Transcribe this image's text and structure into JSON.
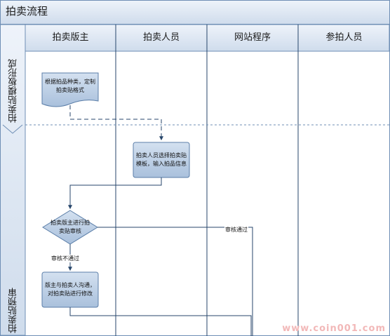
{
  "diagram": {
    "title": "拍卖流程",
    "lanes": [
      "拍卖版主",
      "拍卖人员",
      "网站程序",
      "参拍人员"
    ],
    "phases": [
      "拍卖贴模板形成",
      "拍卖贴预审"
    ],
    "nodes": {
      "n1": "根据拍品种类，定制拍卖贴格式",
      "n2": "拍卖人员选择拍卖贴模板，输入拍品信息",
      "n3": "拍卖版主进行拍卖贴审核",
      "n4": "版主与拍卖人沟通，对拍卖贴进行修改"
    },
    "edges": {
      "e_fail": "审核不通过",
      "e_pass": "审核通过"
    },
    "watermark": "www.coin001.com",
    "colors": {
      "header_bg": "#dce6f2",
      "node_fill": "#b8cce4",
      "node_stroke": "#5b7ea8",
      "line": "#27466b"
    }
  }
}
